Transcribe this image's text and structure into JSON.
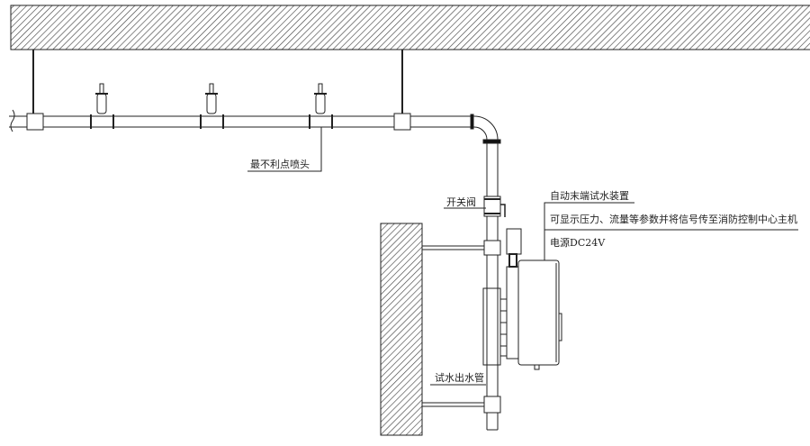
{
  "labels": {
    "sprinkler": "最不利点喷头",
    "valve": "开关阀",
    "device_title": "自动末端试水装置",
    "device_desc": "可显示压力、流量等参数并将信号传至消防控制中心主机",
    "power": "电源DC24V",
    "drain_pipe": "试水出水管"
  },
  "colors": {
    "line": "#222222",
    "hatch": "#555555"
  }
}
